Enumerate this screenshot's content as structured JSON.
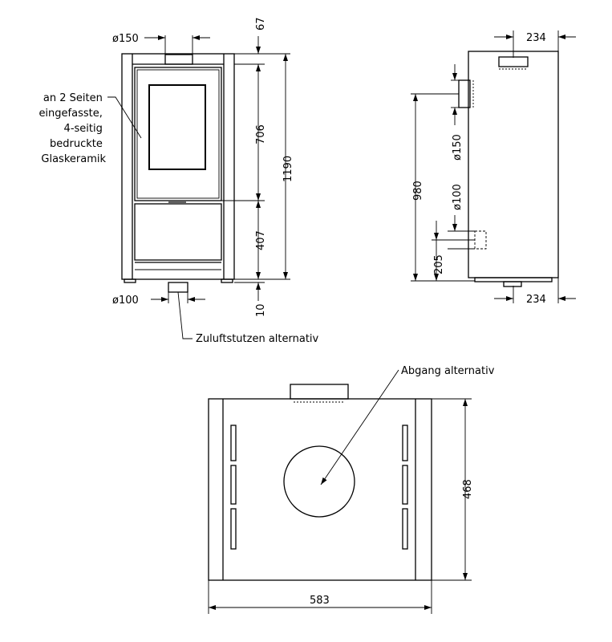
{
  "front_view": {
    "flue_diameter": "ø150",
    "dim_top": "67",
    "dim_window": "706",
    "dim_total_height": "1190",
    "dim_lower": "407",
    "dim_feet": "10",
    "air_diameter": "ø100",
    "note_glass": [
      "an 2 Seiten",
      "eingefasste,",
      "4-seitig",
      "bedruckte",
      "Glaskeramik"
    ],
    "note_air_inlet": "Zuluftstutzen alternativ"
  },
  "side_view": {
    "dim_top_offset": "234",
    "dim_bottom_offset": "234",
    "dim_flue_height": "980",
    "flue_diameter": "ø150",
    "air_diameter": "ø100",
    "dim_air_height": "205"
  },
  "top_view": {
    "note_outlet": "Abgang alternativ",
    "dim_depth": "468",
    "dim_width": "583"
  }
}
